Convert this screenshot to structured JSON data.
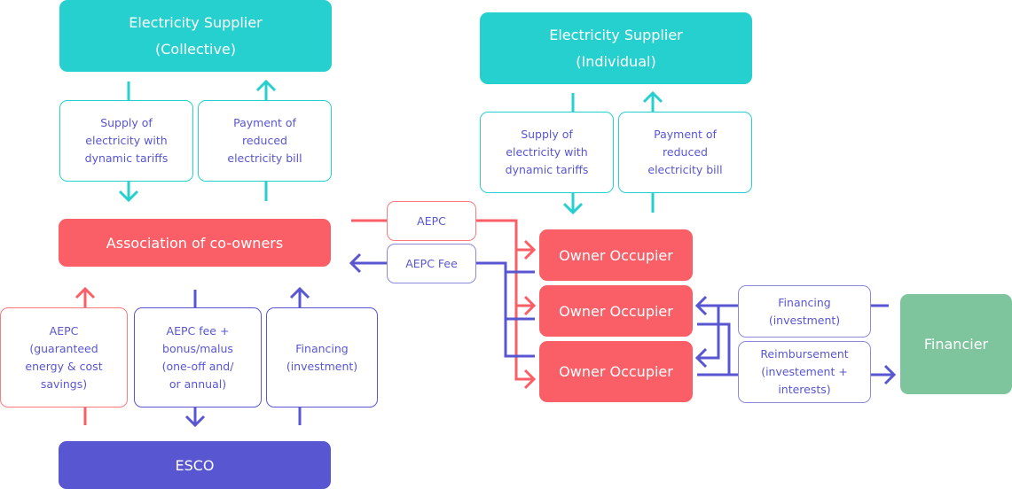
{
  "colors": {
    "teal": "#26d0ce",
    "red": "#fa5f67",
    "purple": "#5856d0",
    "green": "#7ec59d",
    "label_text": "#5856d0"
  },
  "nodes": {
    "supplier_collective": "Electricity Supplier\n(Collective)",
    "supplier_individual": "Electricity Supplier\n(Individual)",
    "association": "Association of co-owners",
    "esco": "ESCO",
    "owner_occupier_1": "Owner Occupier",
    "owner_occupier_2": "Owner Occupier",
    "owner_occupier_3": "Owner Occupier",
    "financier": "Financier"
  },
  "flows": {
    "collective_supply": "Supply of\nelectricity with\ndynamic tariffs",
    "collective_payment": "Payment of\nreduced\nelectricity bill",
    "individual_supply": "Supply of\nelectricity with\ndynamic tariffs",
    "individual_payment": "Payment of\nreduced\nelectricity bill",
    "aepc": "AEPC",
    "aepc_fee": "AEPC Fee",
    "esco_aepc": "AEPC\n(guaranteed\nenergy & cost\nsavings)",
    "esco_fee": "AEPC fee +\nbonus/malus\n(one-off and/\nor annual)",
    "esco_financing": "Financing\n(investment)",
    "financier_financing": "Financing\n(investment)",
    "financier_reimbursement": "Reimbursement\n(investement +\ninterests)"
  }
}
